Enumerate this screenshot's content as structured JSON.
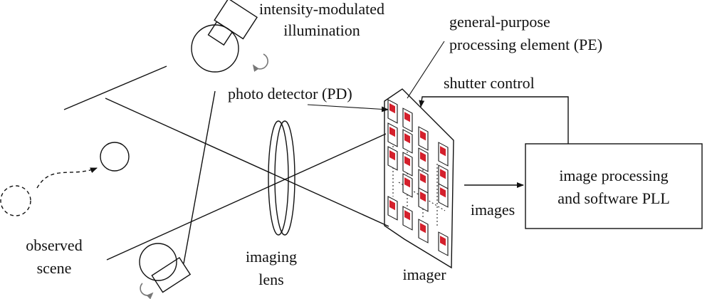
{
  "labels": {
    "illumination": [
      "intensity-modulated",
      "illumination"
    ],
    "pe": [
      "general-purpose",
      "processing element (PE)"
    ],
    "shutter": "shutter control",
    "pd": "photo detector (PD)",
    "processing": [
      "image processing",
      "and software PLL"
    ],
    "images": "images",
    "scene": [
      "observed",
      "scene"
    ],
    "lens": [
      "imaging",
      "lens"
    ],
    "imager": "imager"
  },
  "colors": {
    "photo_detector": "#d4202c",
    "line": "#111111",
    "rotation_arrow": "#777777"
  },
  "icons": {
    "light_source": "lamp-icon",
    "rotation": "rotation-arrow-icon"
  }
}
